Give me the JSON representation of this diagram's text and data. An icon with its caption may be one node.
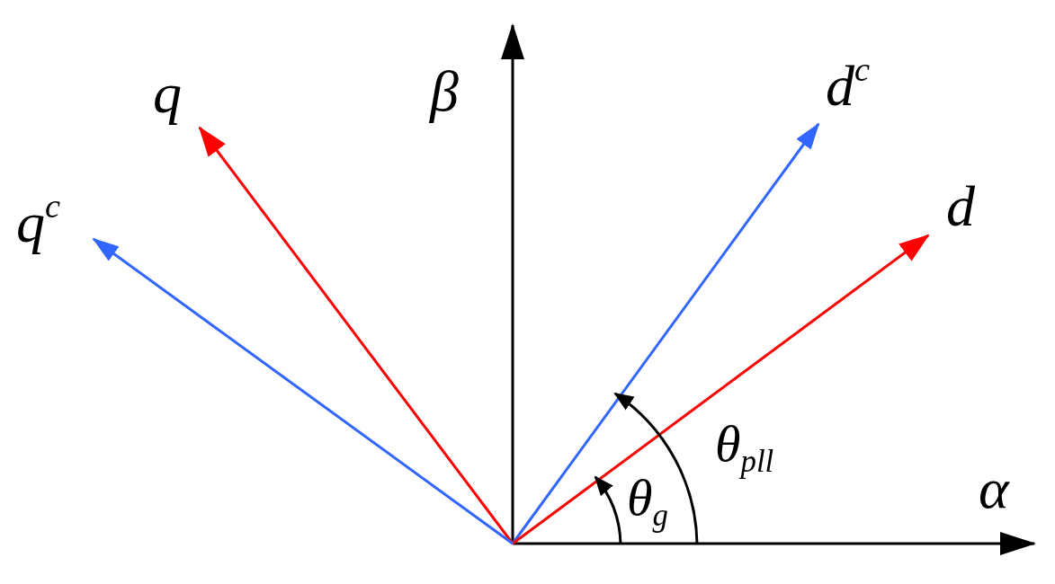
{
  "diagram": {
    "labels": [
      "β",
      "q",
      "d$^{c}$",
      "q$^{c}$",
      "d",
      "α",
      "θ$_{pll}$",
      "θ$_{g}$"
    ]
  }
}
